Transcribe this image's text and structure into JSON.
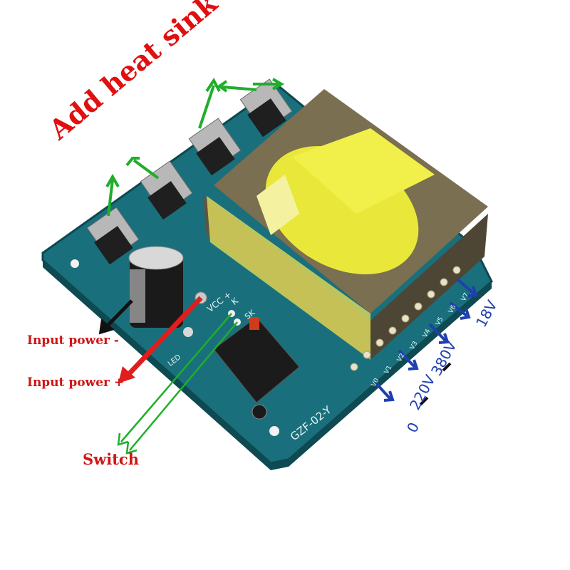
{
  "annotations": {
    "heat_sink": "Add heat sink",
    "input_minus": "Input power -",
    "input_plus": "Input power +",
    "switch": "Switch",
    "v18": "18V",
    "v380": "380V",
    "v220": "220V",
    "v0": "0"
  },
  "board_silkscreen": {
    "model": "GZF-02-Y",
    "vcc": "VCC +",
    "k": "K",
    "sk": "SK",
    "led": "LED",
    "taps": [
      "V0",
      "V1",
      "V2",
      "V3",
      "V4",
      "V5",
      "V6",
      "V7"
    ]
  },
  "colors": {
    "board": "#1a6f7c",
    "transformer_core": "#6b6147",
    "transformer_coil": "#e9e83a",
    "annotation_red": "#d11414",
    "annotation_green": "#1fae2a",
    "annotation_blue": "#1f3fb0"
  }
}
